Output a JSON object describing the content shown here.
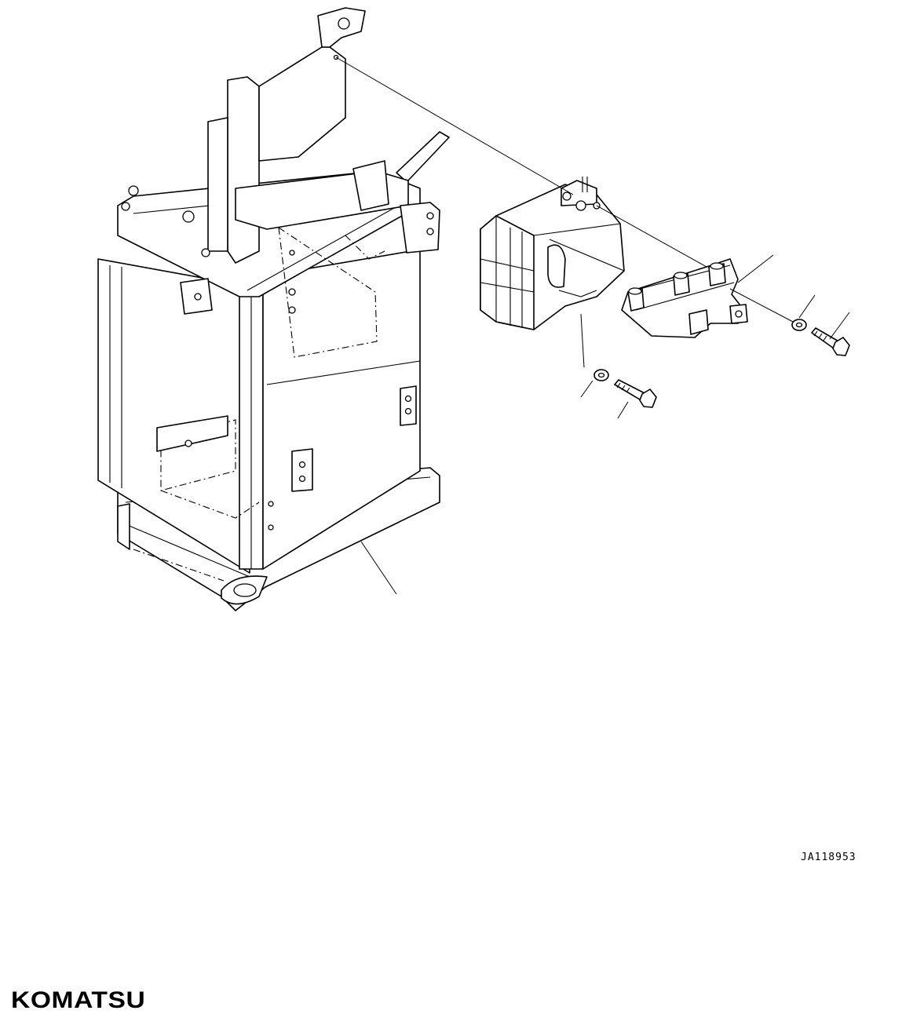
{
  "drawing": {
    "reference_code": "JA118953",
    "brand": "KOMATSU",
    "parts": [
      {
        "id": "cab-frame",
        "icon": "frame-icon"
      },
      {
        "id": "ac-unit",
        "icon": "air-conditioner-unit-icon"
      },
      {
        "id": "mounting-bracket",
        "icon": "bracket-icon"
      },
      {
        "id": "washer-left",
        "icon": "washer-icon"
      },
      {
        "id": "bolt-left",
        "icon": "bolt-icon"
      },
      {
        "id": "washer-right",
        "icon": "washer-icon"
      },
      {
        "id": "bolt-right",
        "icon": "bolt-icon"
      }
    ]
  }
}
